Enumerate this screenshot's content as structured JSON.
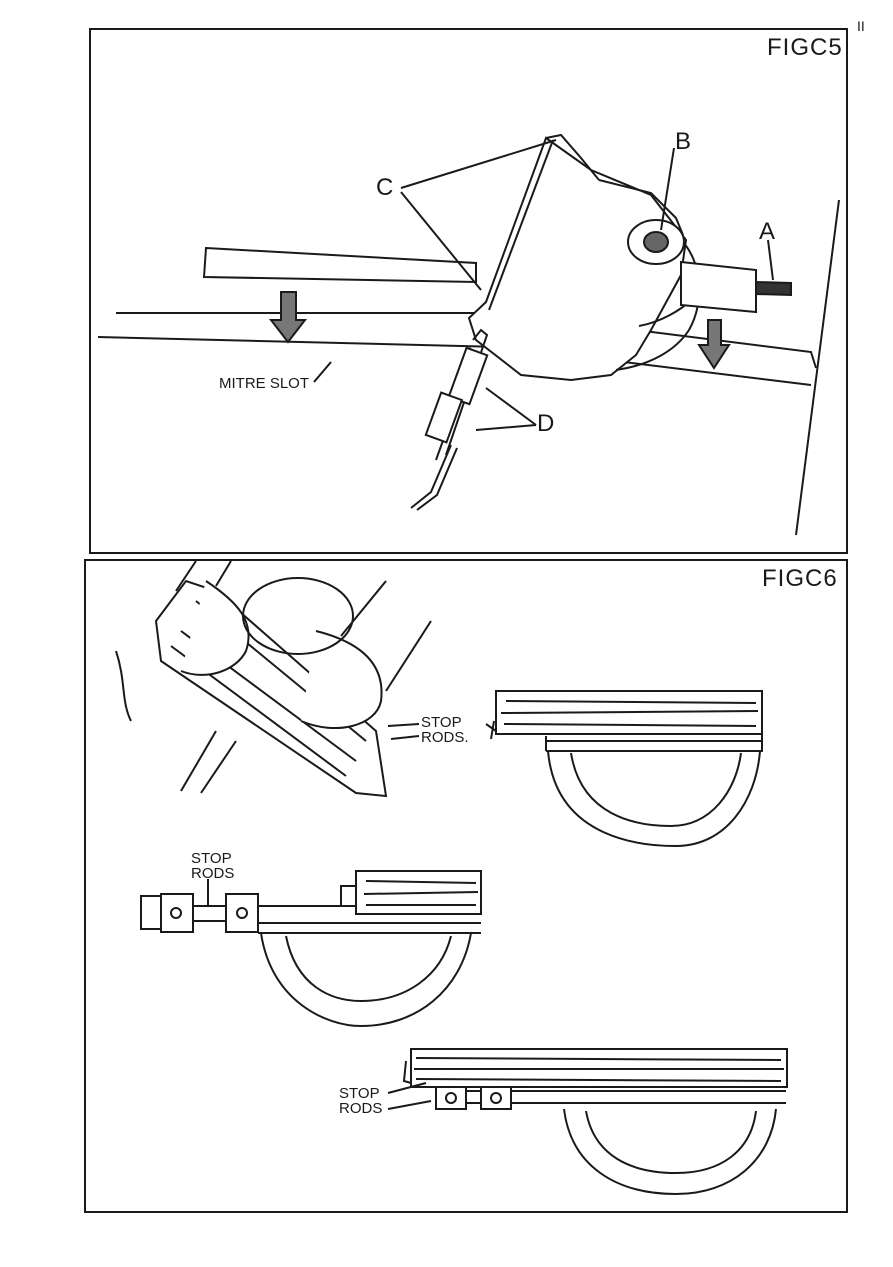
{
  "fig5": {
    "title": "FIGC5",
    "labels": {
      "a": "A",
      "b": "B",
      "c": "C",
      "d": "D",
      "mitre_slot": "MITRE SLOT"
    }
  },
  "fig6": {
    "title": "FIGC6",
    "stop_rods_label_1": [
      "STOP",
      "RODS."
    ],
    "stop_rods_label_2": [
      "STOP",
      "RODS"
    ],
    "stop_rods_label_3": [
      "STOP",
      "RODS"
    ]
  },
  "corner_mark": "II"
}
